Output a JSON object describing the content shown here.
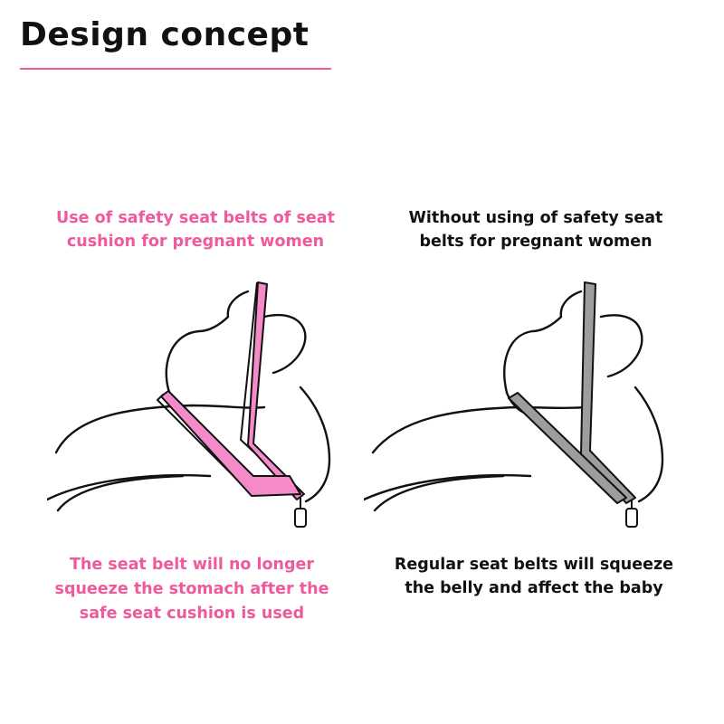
{
  "header": {
    "title": "Design concept"
  },
  "colors": {
    "accent": "#ee5a9b",
    "belt_pink": "#f48ac8",
    "belt_gray": "#9d9d9d",
    "outline": "#111111"
  },
  "panels": {
    "left": {
      "top_caption_line1": "Use of safety seat belts of seat",
      "top_caption_line2": "cushion for pregnant women",
      "bottom_caption_line1": "The seat belt will no longer",
      "bottom_caption_line2": "squeeze the stomach after the",
      "bottom_caption_line3": "safe seat cushion is used"
    },
    "right": {
      "top_caption_line1": "Without using of safety seat",
      "top_caption_line2": "belts for pregnant women",
      "bottom_caption_line1": "Regular seat belts will squeeze",
      "bottom_caption_line2": "the belly and affect the baby"
    }
  }
}
